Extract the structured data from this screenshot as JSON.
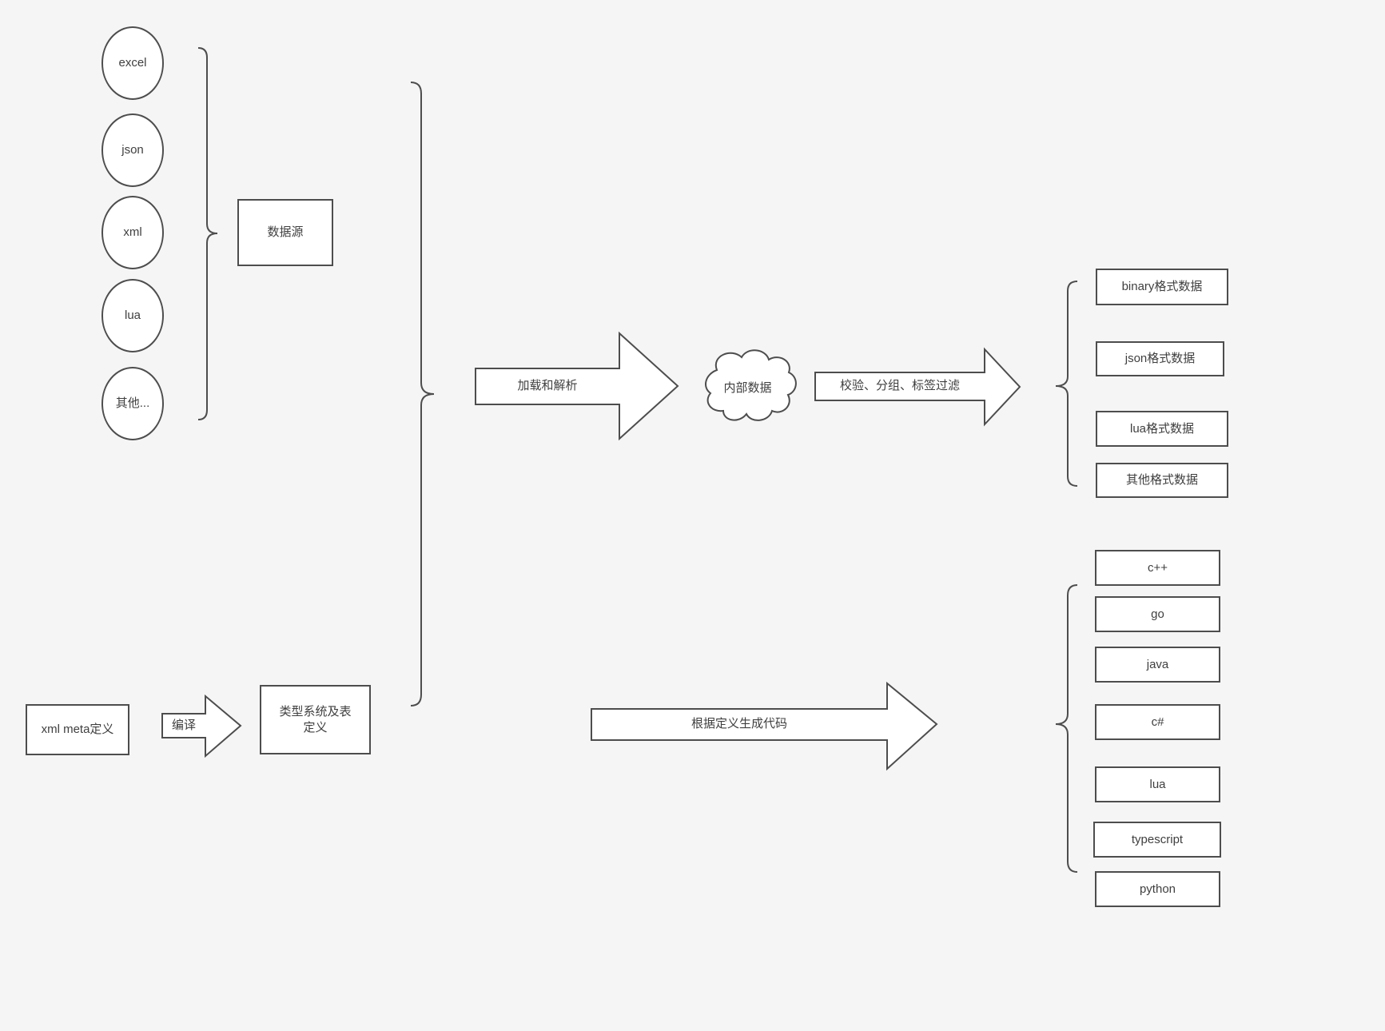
{
  "colors": {
    "background": "#f5f5f5",
    "shape_fill": "#ffffff",
    "stroke": "#4d4d4d",
    "text": "#3f3f3f"
  },
  "sources": {
    "group_label": "数据源",
    "items": [
      {
        "label": "excel"
      },
      {
        "label": "json"
      },
      {
        "label": "xml"
      },
      {
        "label": "lua"
      },
      {
        "label": "其他..."
      }
    ]
  },
  "pipeline": {
    "load_arrow_label": "加载和解析",
    "cloud_label": "内部数据",
    "filter_arrow_label": "校验、分组、标签过滤"
  },
  "outputs": {
    "items": [
      {
        "label": "binary格式数据"
      },
      {
        "label": "json格式数据"
      },
      {
        "label": "lua格式数据"
      },
      {
        "label": "其他格式数据"
      }
    ]
  },
  "meta": {
    "xml_meta_label": "xml meta定义",
    "compile_arrow_label": "编译",
    "type_system_label": "类型系统及表定义",
    "codegen_arrow_label": "根据定义生成代码"
  },
  "languages": {
    "items": [
      {
        "label": "c++"
      },
      {
        "label": "go"
      },
      {
        "label": "java"
      },
      {
        "label": "c#"
      },
      {
        "label": "lua"
      },
      {
        "label": "typescript"
      },
      {
        "label": "python"
      }
    ]
  }
}
